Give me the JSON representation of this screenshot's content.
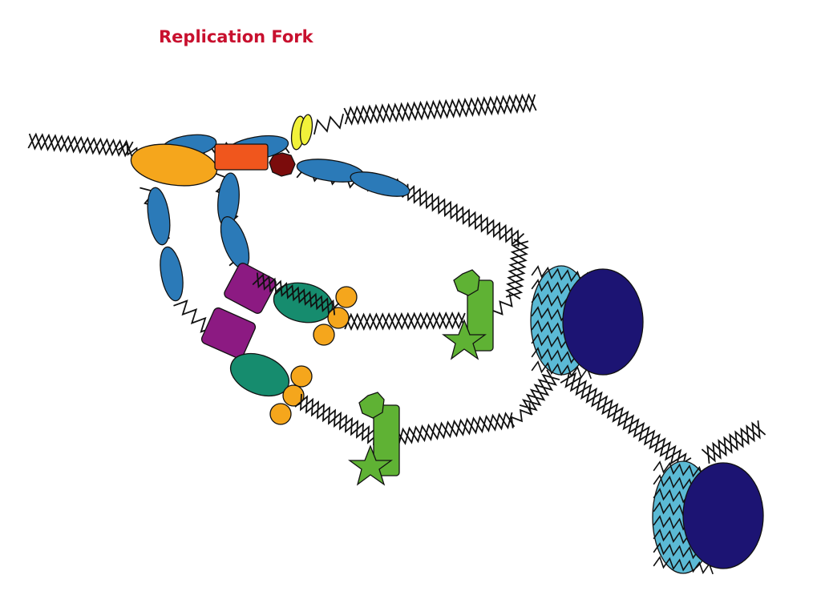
{
  "title": "Replication Fork",
  "colors": {
    "title": "#c8102e",
    "helicase": "#f5a61c",
    "polymerase": "#2b7ab8",
    "primase": "#f0561d",
    "topoisomerase": "#7b0c0c",
    "ssb": "#f2f23a",
    "clamp_loader": "#8c1a82",
    "clamp": "#168c6e",
    "chaperone": "#5fb234",
    "histone_core": "#1c1473",
    "histone_back": "#5bbad5",
    "dna": "#111111"
  },
  "icons": [
    "helicase-oval",
    "polymerase-ovals",
    "primase-box",
    "topoisomerase-hexagon",
    "ssb-proteins",
    "clamp-loader-boxes",
    "sliding-clamp-ovals",
    "orange-beads",
    "histone-chaperone",
    "nucleosome"
  ]
}
